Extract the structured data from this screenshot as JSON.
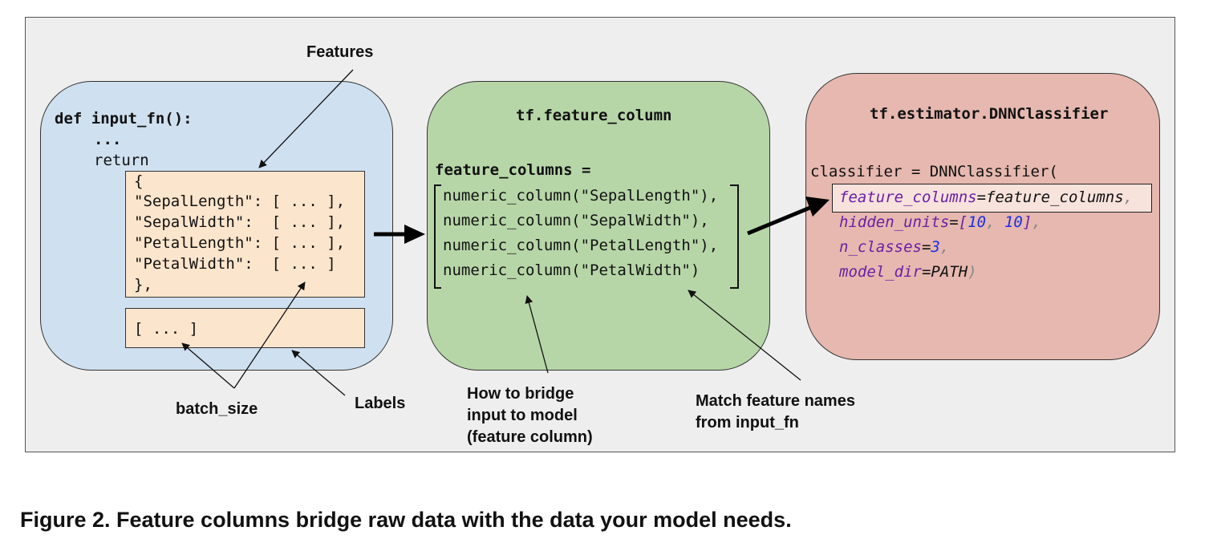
{
  "caption": "Figure 2. Feature columns bridge raw data with the data your model needs.",
  "input_panel": {
    "def_line": "def input_fn():",
    "dots": "...",
    "return": "return",
    "dict_open": "{",
    "dict_lines": [
      "\"SepalLength\": [ ... ],",
      "\"SepalWidth\":  [ ... ],",
      "\"PetalLength\": [ ... ],",
      "\"PetalWidth\":  [ ... ]"
    ],
    "dict_close": "},",
    "labels_value": "[ ... ]"
  },
  "feature_panel": {
    "title": "tf.feature_column",
    "assign": "feature_columns =",
    "columns": [
      "numeric_column(\"SepalLength\"),",
      "numeric_column(\"SepalWidth\"),",
      "numeric_column(\"PetalLength\"),",
      "numeric_column(\"PetalWidth\")"
    ]
  },
  "classifier_panel": {
    "title": "tf.estimator.DNNClassifier",
    "call": "classifier = DNNClassifier(",
    "arg1_name": "feature_columns",
    "arg1_eq": "=",
    "arg1_value": "feature_columns",
    "arg1_comma": ",",
    "arg2_name": "hidden_units",
    "arg2_eq": "=",
    "arg2_open": "[",
    "arg2_v1": "10",
    "arg2_sep": ",",
    "arg2_v2": "10",
    "arg2_close": "]",
    "arg2_comma": ",",
    "arg3_name": "n_classes",
    "arg3_eq": "=",
    "arg3_value": "3",
    "arg3_comma": ",",
    "arg4_name": "model_dir",
    "arg4_eq": "=",
    "arg4_value": "PATH",
    "arg4_close": ")"
  },
  "annotations": {
    "features": "Features",
    "batch_size": "batch_size",
    "labels": "Labels",
    "bridge": "How to bridge\ninput to model\n(feature column)",
    "match": "Match feature names\nfrom input_fn"
  }
}
